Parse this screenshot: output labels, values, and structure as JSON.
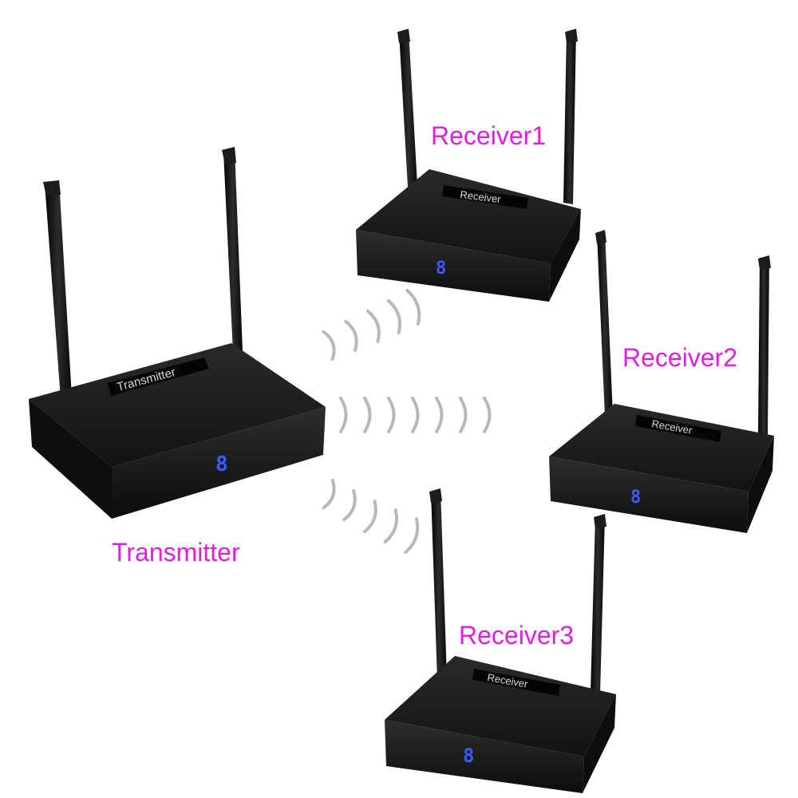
{
  "captions": {
    "receiver1": "Receiver1",
    "receiver2": "Receiver2",
    "receiver3": "Receiver3",
    "transmitter": "Transmitter"
  },
  "devices": {
    "transmitter": {
      "plate_label": "Transmitter",
      "display_digit": "8"
    },
    "receiver1": {
      "plate_label": "Receiver",
      "display_digit": "8"
    },
    "receiver2": {
      "plate_label": "Receiver",
      "display_digit": "8"
    },
    "receiver3": {
      "plate_label": "Receiver",
      "display_digit": "8"
    }
  },
  "colors": {
    "caption": "#e020e0",
    "device_body": "#1a1a1a",
    "display_digit": "#3a5cff",
    "signal_wave": "#b8b8b8"
  },
  "icons": {
    "signal": "wireless-signal-arcs",
    "antenna": "device-antenna"
  }
}
